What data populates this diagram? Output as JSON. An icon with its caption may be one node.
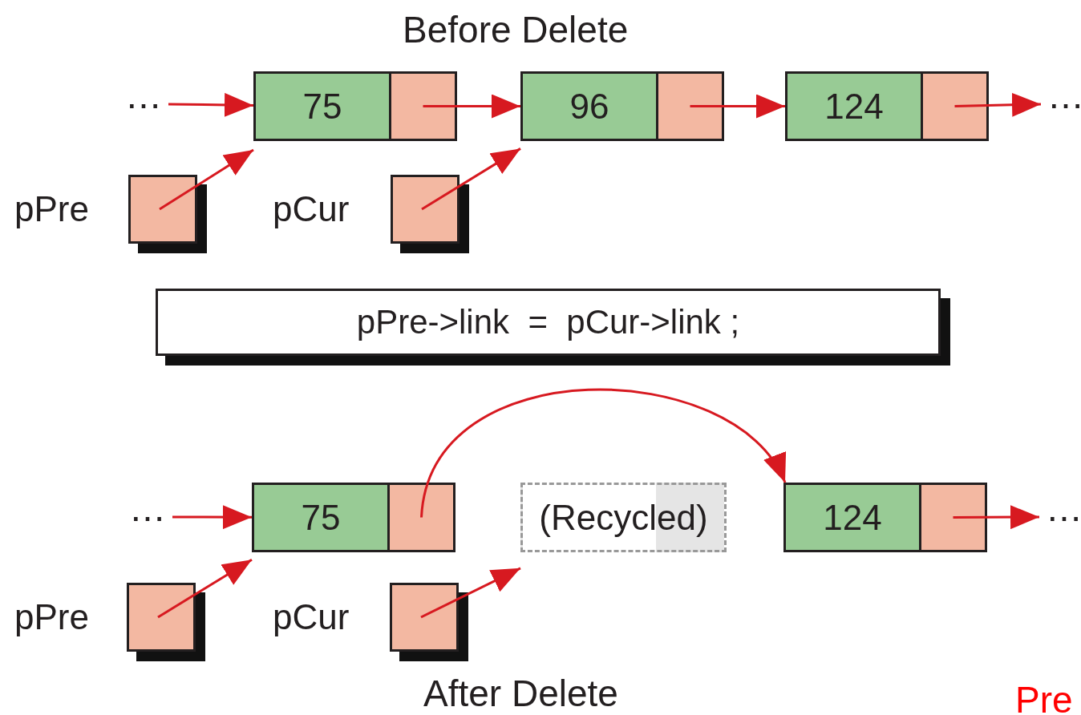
{
  "diagram": {
    "title": "Before Delete",
    "nodes": [
      {
        "text": [
          "⋯"
        ]
      },
      {
        "text": [
          "75"
        ]
      },
      {
        "text": [],
        "shape": "box"
      },
      {
        "text": [
          "96"
        ]
      },
      {
        "text": [],
        "shape": "box"
      },
      {
        "text": [
          "124"
        ]
      },
      {
        "text": [],
        "shape": "box"
      },
      {
        "text": [
          "⋯"
        ]
      },
      {
        "text": [
          "pPre"
        ]
      },
      {
        "text": [
          "pCur"
        ]
      },
      {
        "text": [
          "pPre->link  =  pCur->link ;"
        ]
      },
      {
        "text": [
          "⋯"
        ]
      },
      {
        "text": [
          "75"
        ]
      },
      {
        "text": [],
        "shape": "box"
      },
      {
        "text": [
          "(Recycled)"
        ]
      },
      {
        "text": [
          "124"
        ]
      },
      {
        "text": [],
        "shape": "box"
      },
      {
        "text": [
          "⋯"
        ]
      },
      {
        "text": [
          "pPre"
        ]
      },
      {
        "text": [
          "pCur"
        ]
      }
    ],
    "edges": [
      {
        "from": 0,
        "to": 1,
        "arrow": "to"
      },
      {
        "from": 2,
        "to": 3,
        "arrow": "to"
      },
      {
        "from": 4,
        "to": 5,
        "arrow": "to"
      },
      {
        "from": 6,
        "to": 7,
        "arrow": "to"
      },
      {
        "from": 8,
        "to": 1,
        "arrow": "to"
      },
      {
        "from": 9,
        "to": 3,
        "arrow": "to"
      },
      {
        "from": 11,
        "to": 12,
        "arrow": "to"
      },
      {
        "from": 13,
        "to": 15,
        "arrow": "to"
      },
      {
        "from": 16,
        "to": 17,
        "arrow": "to"
      },
      {
        "from": 18,
        "to": 12,
        "arrow": "to"
      },
      {
        "from": 19,
        "to": 14,
        "arrow": "to"
      }
    ],
    "labels": [
      "After Delete",
      "Pre"
    ]
  }
}
